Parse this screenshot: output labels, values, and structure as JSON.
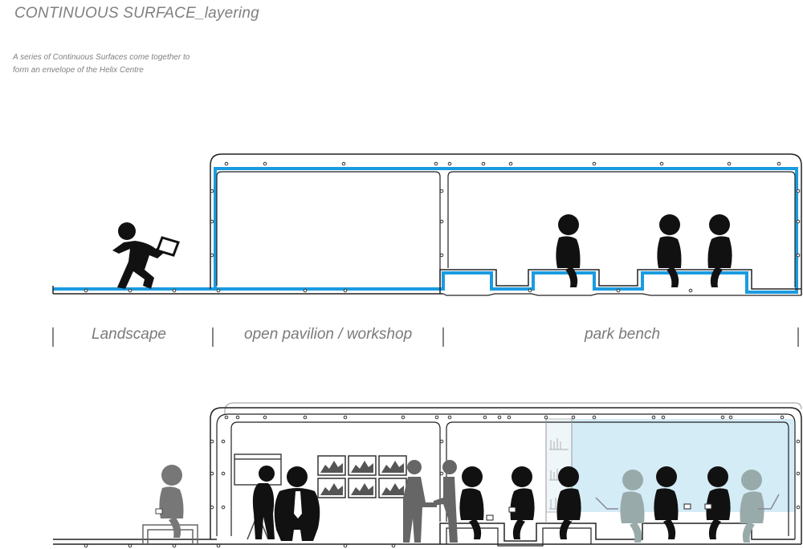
{
  "title": "CONTINUOUS SURFACE_layering",
  "description": {
    "line1": "A series of  Continuous Surfaces come together to",
    "line2": "form an envelope of the Helix Centre"
  },
  "zones": [
    {
      "label": "Landscape"
    },
    {
      "label": "open pavilion / workshop"
    },
    {
      "label": "park bench"
    }
  ],
  "colors": {
    "surface_accent": "#1a9be0",
    "outline": "#1a1a1a",
    "glass_tint": "#d4ecf6",
    "text_gray": "#808080"
  },
  "icons": [
    "running-person-icon",
    "seated-person-icon",
    "presenter-icon",
    "gallery-frame-icon",
    "coffee-cup-icon",
    "laptop-icon",
    "bookshelf-icon"
  ]
}
